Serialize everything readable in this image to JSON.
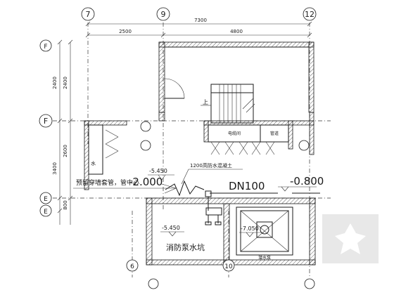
{
  "axes": {
    "top": [
      "7",
      "9",
      "12"
    ],
    "left": [
      "F",
      "E"
    ],
    "bottom": [
      "6",
      "10"
    ]
  },
  "dimensions": {
    "top_total": "7300",
    "top_left": "2500",
    "top_right": "4800",
    "left_outer_top": "2400",
    "left_inner_top": "2400",
    "left_outer_mid": "3400",
    "left_inner_mid": "2600",
    "left_bottom": "800"
  },
  "labels": {
    "up": "上",
    "pipe_well": "电缆间",
    "cable_well": "管道",
    "water": "水",
    "level_left": "-5.450",
    "concrete_note": "1200高防水混凝土",
    "casing_note": "预留穿墙套管，管中心",
    "casing_level": "-2.000",
    "pipe_dn": "DN100",
    "pipe_level": "-0.800",
    "pit_level_left": "-5.450",
    "pit_level_right": "-7.050",
    "fire_pit": "消防泵水坑",
    "sump_pump": "潜水泵"
  }
}
